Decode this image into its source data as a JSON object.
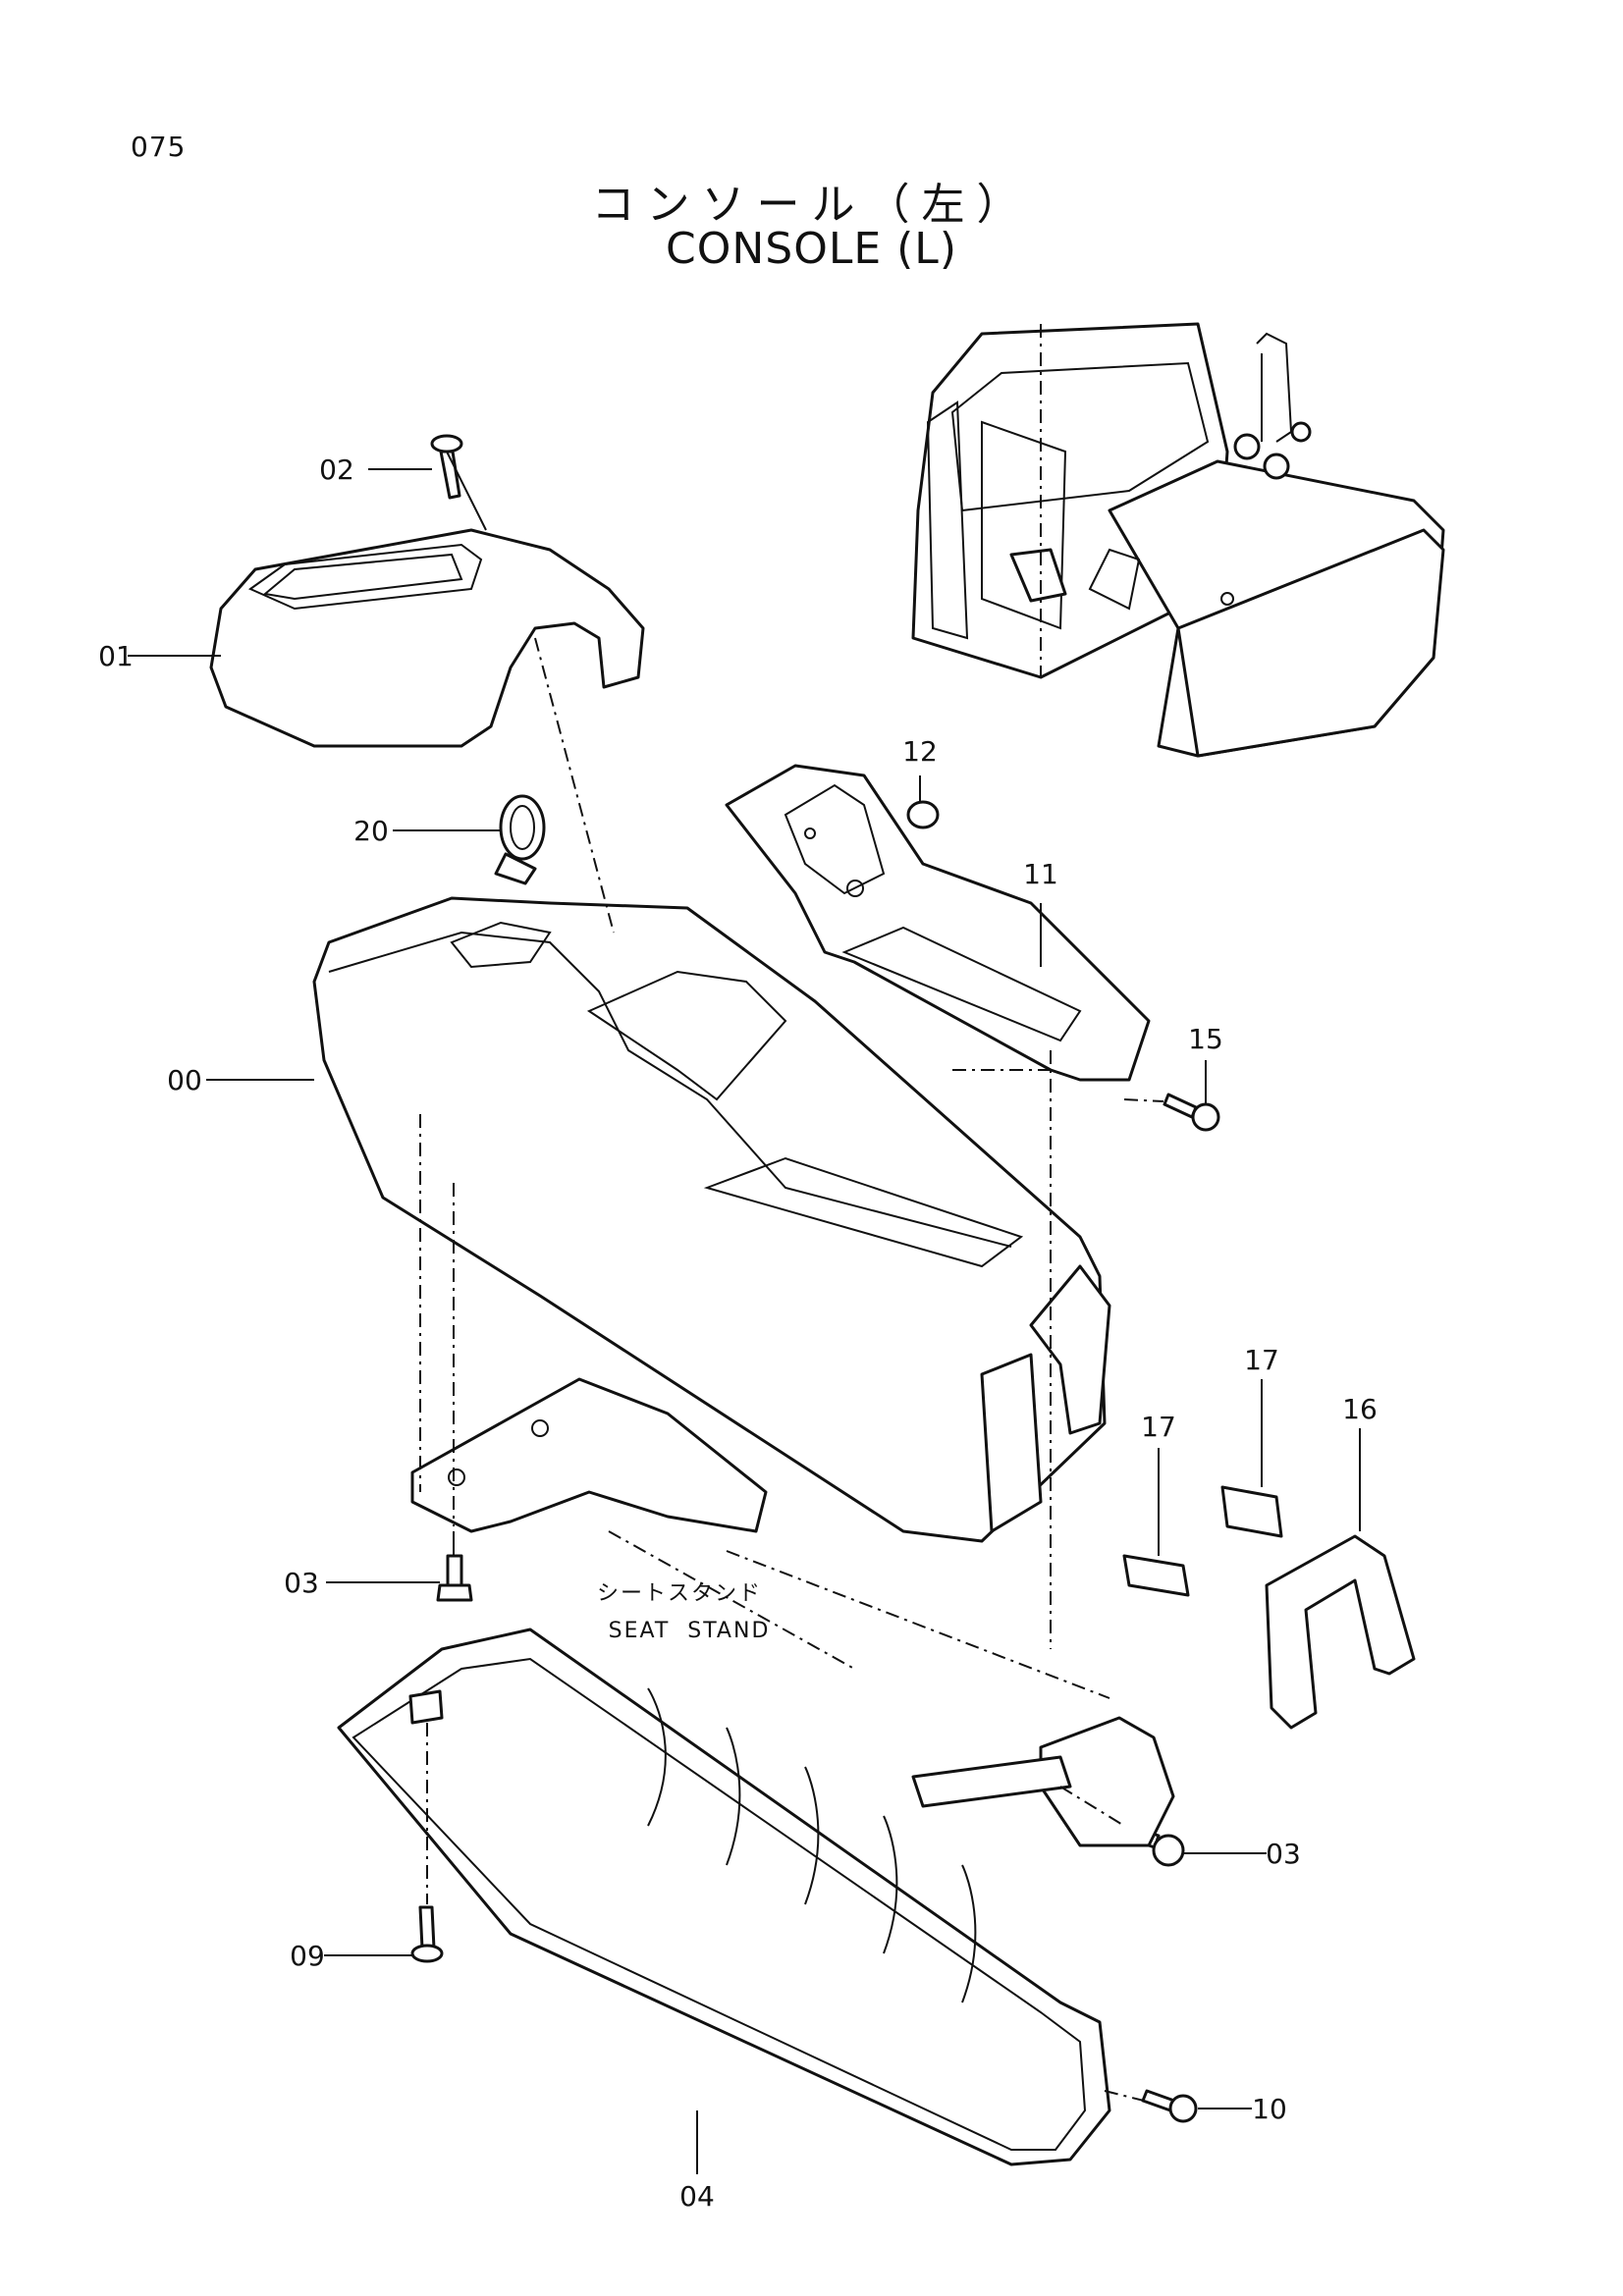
{
  "page_number": "075",
  "title_ja": "コンソール（左）",
  "title_en": "CONSOLE (L)",
  "seat_stand_ja": "シートスタンド",
  "seat_stand_en": "SEAT  STAND",
  "callouts": {
    "p00": "00",
    "p01": "01",
    "p02": "02",
    "p03a": "03",
    "p03b": "03",
    "p04": "04",
    "p09": "09",
    "p10": "10",
    "p11": "11",
    "p12": "12",
    "p15": "15",
    "p16": "16",
    "p17a": "17",
    "p17b": "17",
    "p20": "20"
  }
}
